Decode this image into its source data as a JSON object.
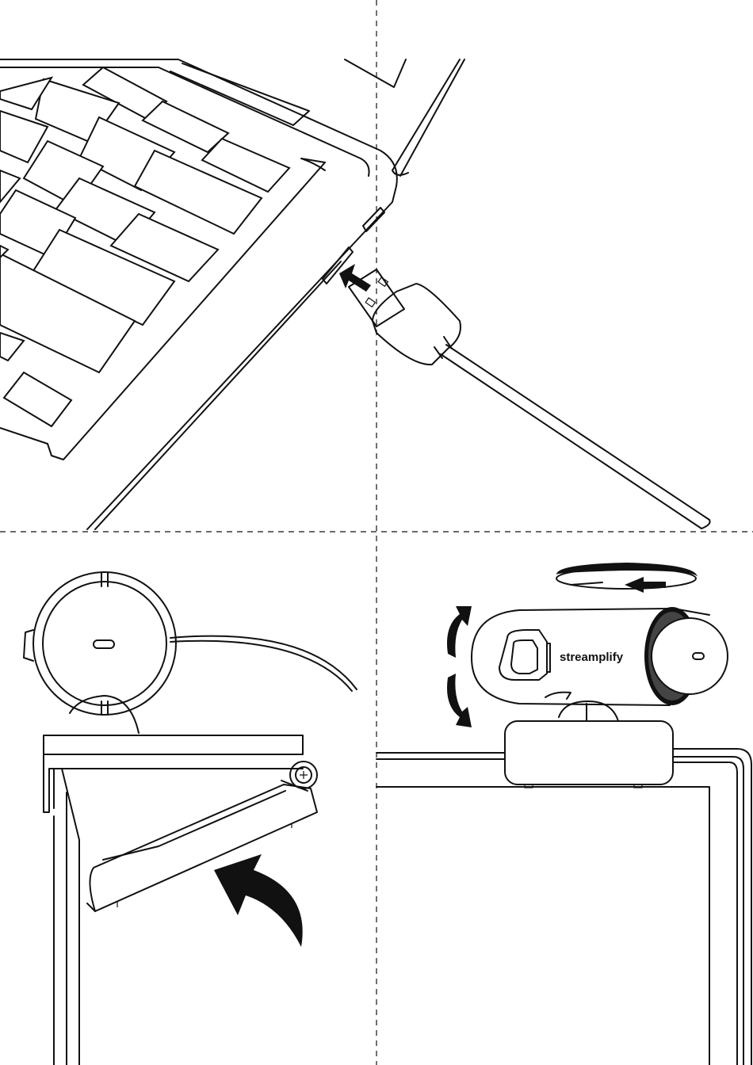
{
  "brand": {
    "name": "streamplify",
    "logo_mark": "(s)"
  },
  "panels": [
    {
      "id": "plug-usb",
      "icon": "usb-plug-icon"
    },
    {
      "id": "rotate-camera",
      "icon": "rotate-arrow-icon"
    },
    {
      "id": "mount-clip",
      "icon": "curved-arrow-icon"
    },
    {
      "id": "monitor-mount",
      "icon": "monitor-icon"
    }
  ],
  "colors": {
    "ink": "#111111",
    "paper": "#ffffff"
  }
}
